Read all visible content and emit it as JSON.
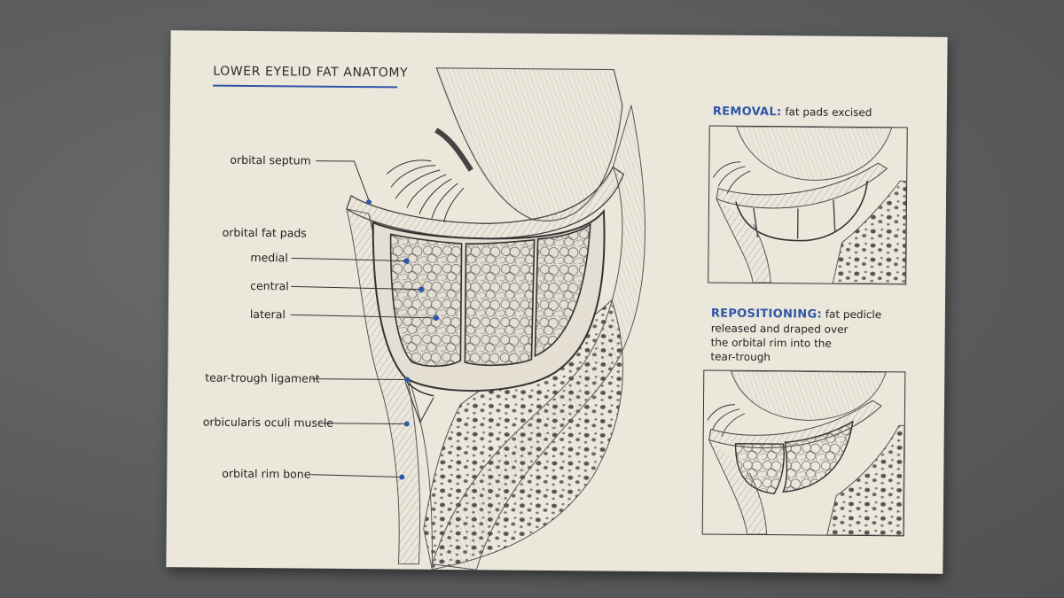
{
  "title": "LOWER EYELID FAT ANATOMY",
  "labels": {
    "orbital_septum": "orbital septum",
    "orbital_fat_pads": "orbital fat pads",
    "medial": "medial",
    "central": "central",
    "lateral": "lateral",
    "tear_trough_ligament": "tear-trough ligament",
    "orbicularis_oculi": "orbicularis oculi muscle",
    "orbital_rim_bone": "orbital rim bone"
  },
  "removal": {
    "heading": "REMOVAL:",
    "text": "fat pads excised"
  },
  "repositioning": {
    "heading": "REPOSITIONING:",
    "lines": [
      "fat pedicle",
      "released and draped over",
      "the orbital rim into the",
      "tear-trough"
    ]
  },
  "colors": {
    "accent": "#2f56a8",
    "card": "#ece7db",
    "ink": "#333333"
  }
}
